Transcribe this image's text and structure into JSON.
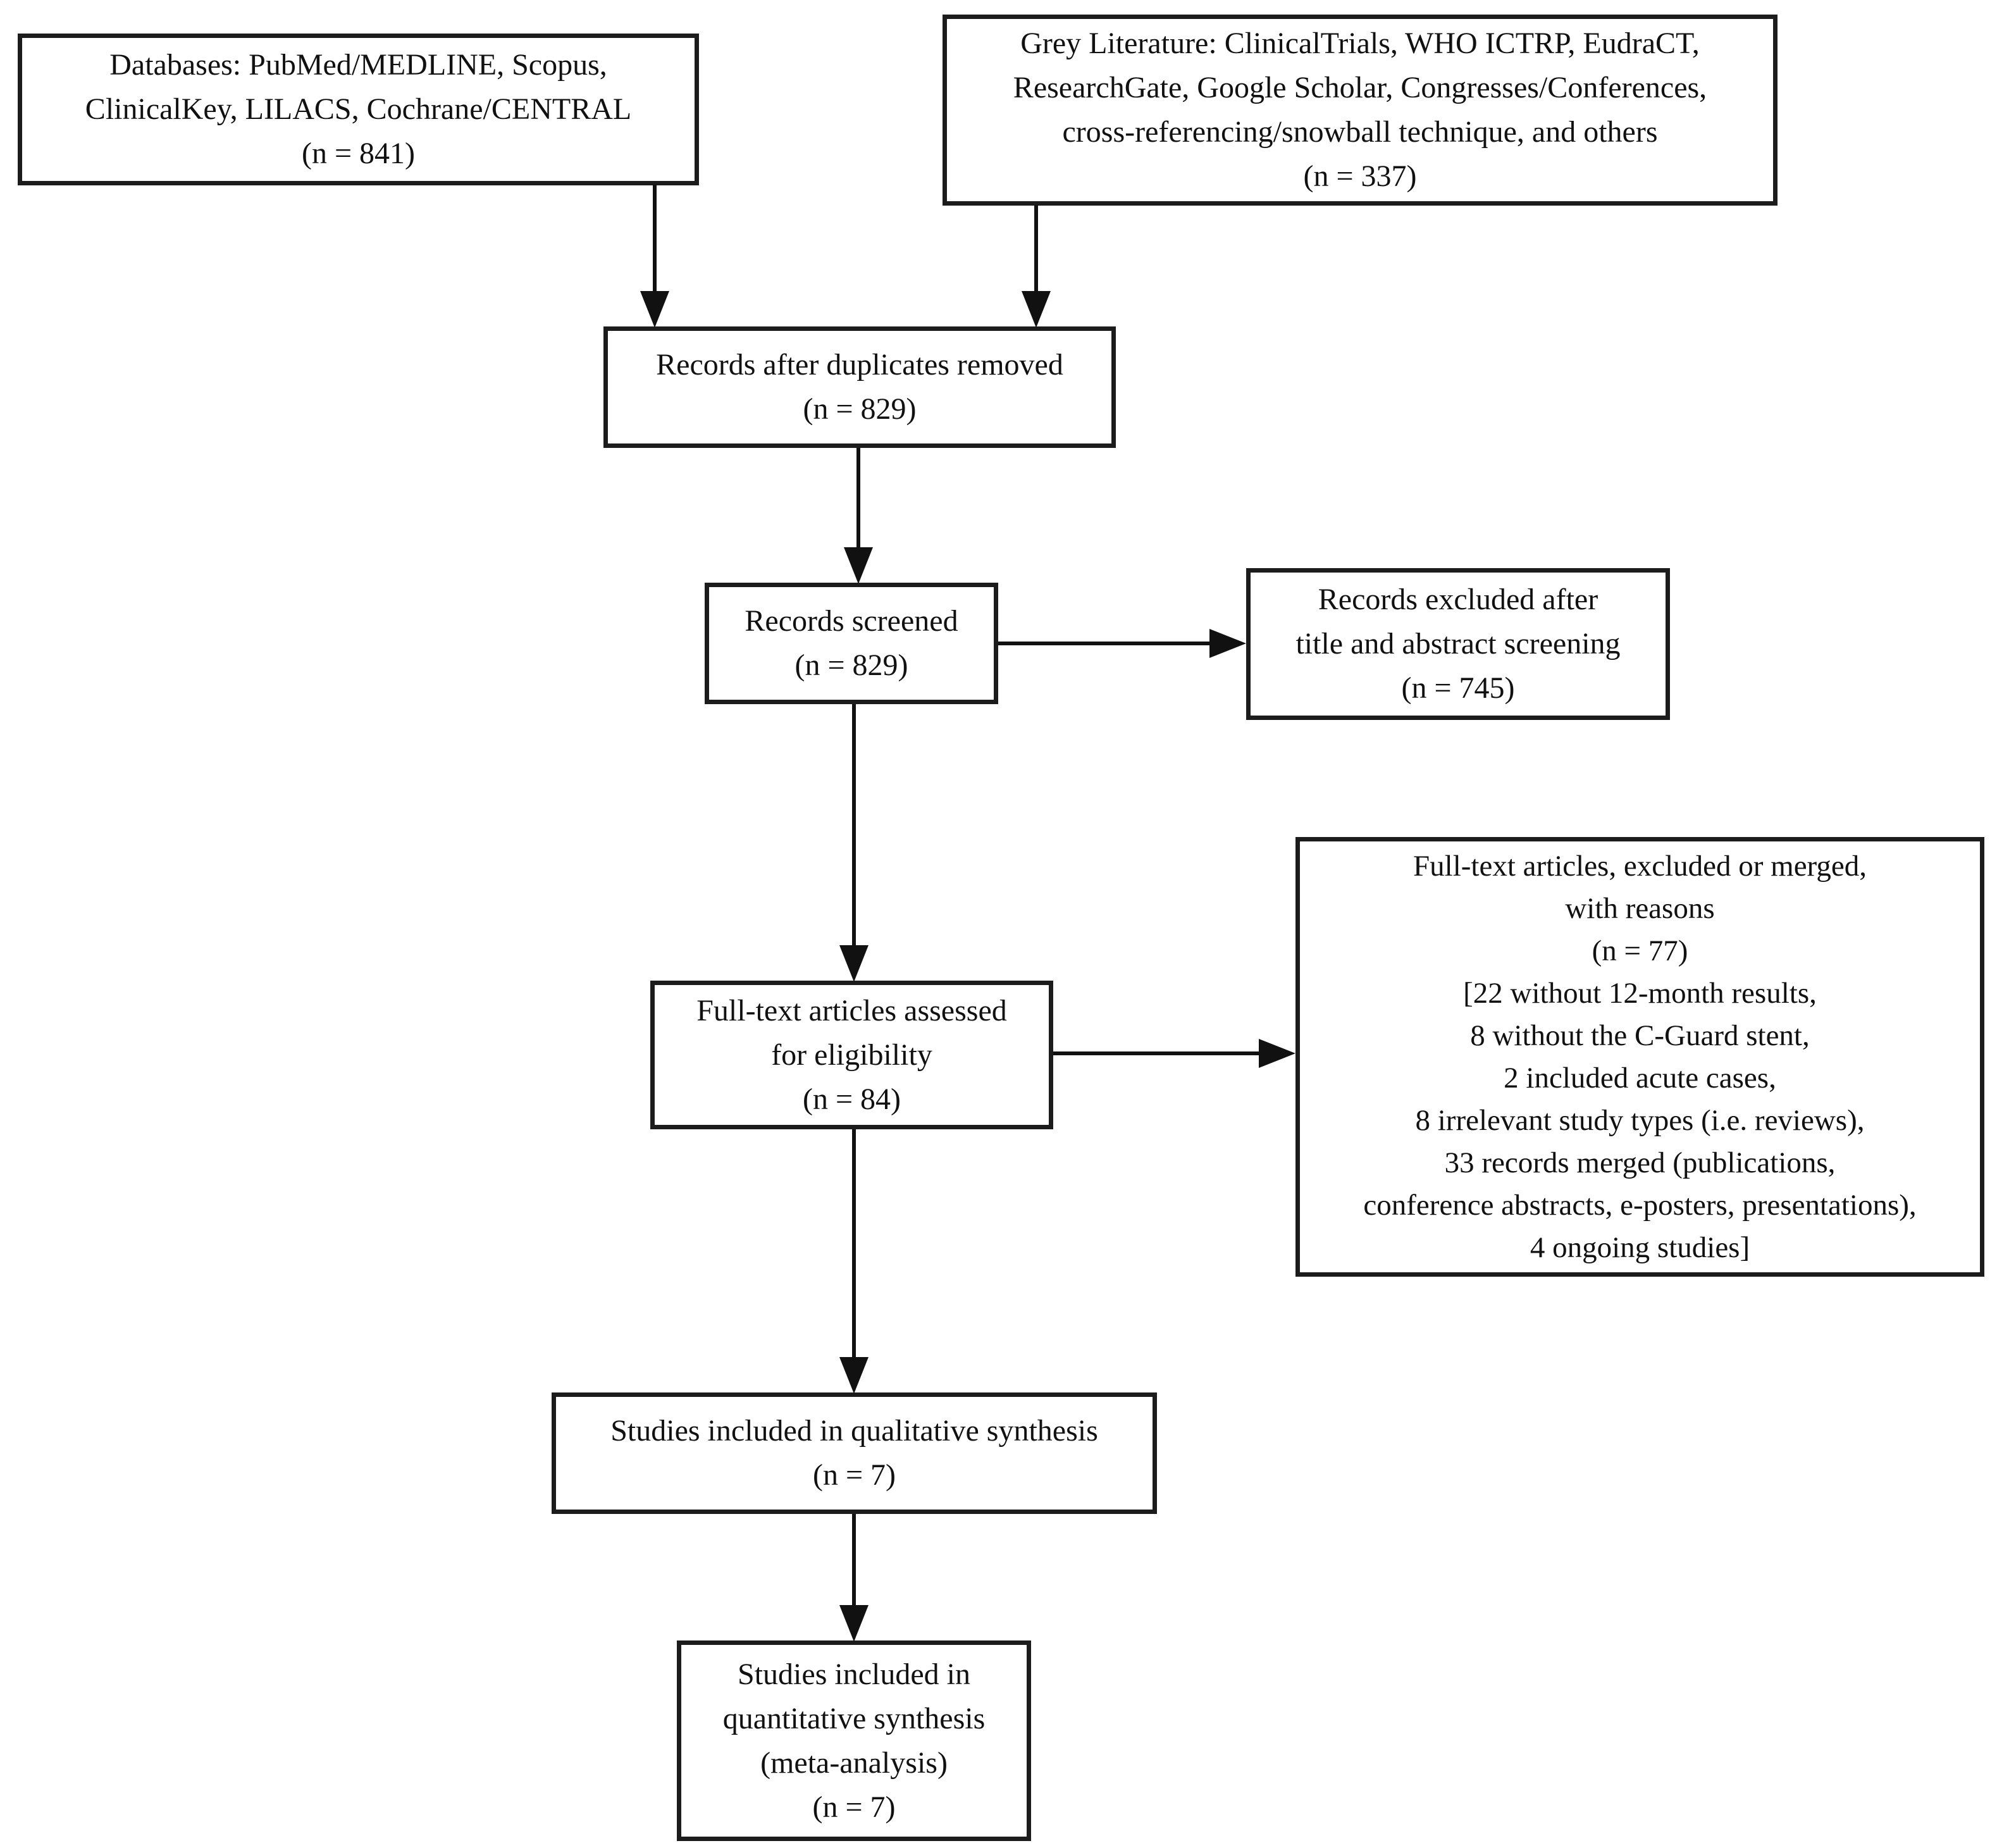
{
  "diagram": {
    "type": "prisma-flowchart",
    "colors": {
      "background": "#ffffff",
      "box_border": "#1c1c1c",
      "text": "#111111",
      "arrow": "#111111"
    },
    "nodes": {
      "databases": {
        "lines": [
          "Databases: PubMed/MEDLINE, Scopus,",
          "ClinicalKey, LILACS, Cochrane/CENTRAL",
          "(n = 841)"
        ],
        "n": 841
      },
      "grey_literature": {
        "lines": [
          "Grey Literature: ClinicalTrials, WHO ICTRP, EudraCT,",
          "ResearchGate, Google Scholar, Congresses/Conferences,",
          "cross-referencing/snowball technique, and others",
          "(n = 337)"
        ],
        "n": 337
      },
      "duplicates_removed": {
        "lines": [
          "Records after duplicates removed",
          "(n = 829)"
        ],
        "n": 829
      },
      "records_screened": {
        "lines": [
          "Records screened",
          "(n = 829)"
        ],
        "n": 829
      },
      "records_excluded": {
        "lines": [
          "Records excluded after",
          "title and abstract screening",
          "(n = 745)"
        ],
        "n": 745
      },
      "fulltext_assessed": {
        "lines": [
          "Full-text articles assessed",
          "for eligibility",
          "(n = 84)"
        ],
        "n": 84
      },
      "fulltext_excluded": {
        "lines": [
          "Full-text articles, excluded or merged,",
          "with reasons",
          "(n = 77)",
          "[22 without 12-month results,",
          "8 without the C-Guard stent,",
          "2 included acute cases,",
          "8 irrelevant study types (i.e. reviews),",
          "33 records merged (publications,",
          "conference abstracts, e-posters, presentations),",
          "4 ongoing studies]"
        ],
        "n": 77
      },
      "qualitative_synthesis": {
        "lines": [
          "Studies included in qualitative synthesis",
          "(n = 7)"
        ],
        "n": 7
      },
      "quantitative_synthesis": {
        "lines": [
          "Studies included in",
          "quantitative synthesis",
          "(meta-analysis)",
          "(n = 7)"
        ],
        "n": 7
      }
    }
  }
}
